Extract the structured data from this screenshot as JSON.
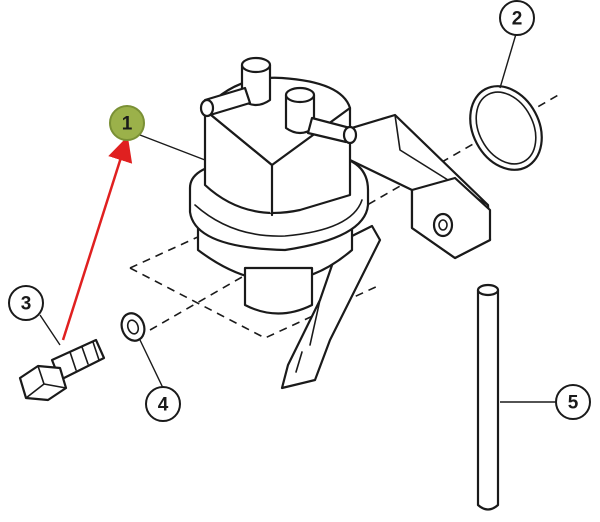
{
  "callouts": [
    {
      "label": "1",
      "highlighted": true
    },
    {
      "label": "2",
      "highlighted": false
    },
    {
      "label": "3",
      "highlighted": false
    },
    {
      "label": "4",
      "highlighted": false
    },
    {
      "label": "5",
      "highlighted": false
    }
  ],
  "colors": {
    "line": "#1a1a1a",
    "highlight_fill": "#9bb14a",
    "arrow": "#e02020",
    "background": "#ffffff"
  }
}
